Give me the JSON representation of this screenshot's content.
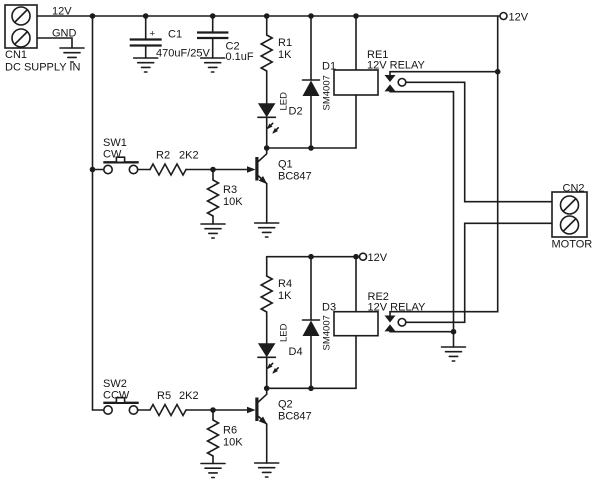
{
  "colors": {
    "background": "#ffffff",
    "wire": "#1c1c1c"
  },
  "power": {
    "cn1_pin_12v": "12V",
    "cn1_pin_gnd": "GND",
    "rail_top_label": "12V",
    "rail_mid_label": "12V"
  },
  "connectors": {
    "cn1": {
      "ref": "CN1",
      "label": "DC SUPPLY IN"
    },
    "cn2": {
      "ref": "CN2",
      "label": "MOTOR"
    }
  },
  "capacitors": {
    "c1": {
      "ref": "C1",
      "value": "470uF/25V",
      "polarity": "+"
    },
    "c2": {
      "ref": "C2",
      "value": "0.1uF"
    }
  },
  "resistors": {
    "r1": {
      "ref": "R1",
      "value": "1K"
    },
    "r2": {
      "ref": "R2",
      "value": "2K2"
    },
    "r3": {
      "ref": "R3",
      "value": "10K"
    },
    "r4": {
      "ref": "R4",
      "value": "1K"
    },
    "r5": {
      "ref": "R5",
      "value": "2K2"
    },
    "r6": {
      "ref": "R6",
      "value": "10K"
    }
  },
  "diodes": {
    "d1": {
      "ref": "D1",
      "value": "SM4007"
    },
    "d2": {
      "ref": "D2",
      "value": "LED"
    },
    "d3": {
      "ref": "D3",
      "value": "SM4007"
    },
    "d4": {
      "ref": "D4",
      "value": "LED"
    }
  },
  "relays": {
    "re1": {
      "ref": "RE1",
      "value": "12V RELAY"
    },
    "re2": {
      "ref": "RE2",
      "value": "12V RELAY"
    }
  },
  "switches": {
    "sw1": {
      "ref": "SW1",
      "value": "CW"
    },
    "sw2": {
      "ref": "SW2",
      "value": "CCW"
    }
  },
  "transistors": {
    "q1": {
      "ref": "Q1",
      "value": "BC847"
    },
    "q2": {
      "ref": "Q2",
      "value": "BC847"
    }
  }
}
